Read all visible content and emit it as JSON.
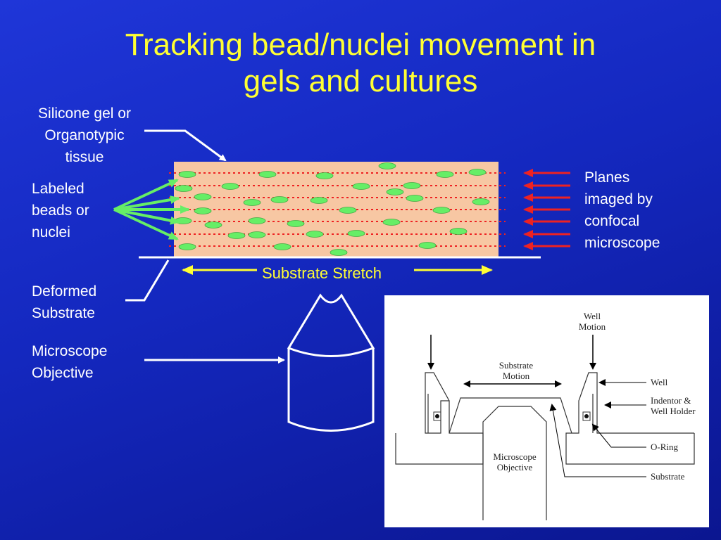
{
  "title": {
    "line1": "Tracking bead/nuclei movement in",
    "line2": "gels and cultures"
  },
  "labels": {
    "silicone": [
      "Silicone gel or",
      "Organotypic",
      "tissue"
    ],
    "beads": [
      "Labeled",
      "beads or",
      "nuclei"
    ],
    "deformed": [
      "Deformed",
      "Substrate"
    ],
    "objective": [
      "Microscope",
      "Objective"
    ],
    "planes": [
      "Planes",
      "imaged by",
      "confocal",
      "microscope"
    ],
    "stretch": "Substrate Stretch"
  },
  "panel": {
    "well_motion": [
      "Well",
      "Motion"
    ],
    "substrate_motion": [
      "Substrate",
      "Motion"
    ],
    "objective": [
      "Microscope",
      "Objective"
    ],
    "callouts": {
      "well": "Well",
      "indentor": [
        "Indentor &",
        "Well Holder"
      ],
      "oring": "O-Ring",
      "substrate": "Substrate"
    }
  },
  "colors": {
    "background": "#1a30d0",
    "title": "#ffff33",
    "gel": "#f7c7a3",
    "bead": "#66ee66",
    "plane_line": "#ee2222",
    "bead_arrow": "#66ee66"
  }
}
